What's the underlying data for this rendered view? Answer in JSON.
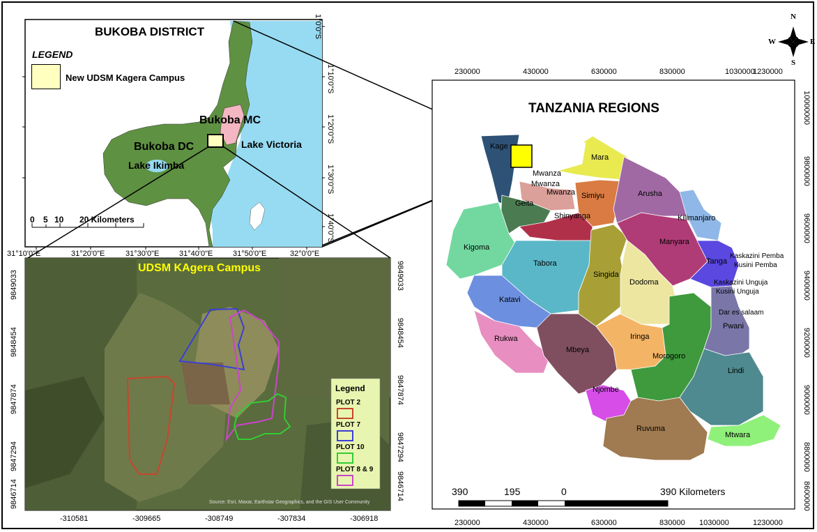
{
  "inset": {
    "title": "BUKOBA DISTRICT",
    "legend_title": "LEGEND",
    "legend_item": "New UDSM Kagera Campus",
    "legend_color": "#ffffc0",
    "labels": {
      "bukoba_mc": "Bukoba MC",
      "bukoba_dc": "Bukoba DC",
      "lake_victoria": "Lake Victoria",
      "lake_ikimba": "Lake Ikimba"
    },
    "scale": {
      "t0": "0",
      "t1": "5",
      "t2": "10",
      "t3": "20 Kilometers"
    },
    "lon_ticks": [
      "31°10'0\"E",
      "31°20'0\"E",
      "31°30'0\"E",
      "31°40'0\"E",
      "31°50'0\"E",
      "32°0'0\"E"
    ],
    "lat_ticks": [
      "1°0'0\"S",
      "1°10'0\"S",
      "1°20'0\"S",
      "1°30'0\"S",
      "1°40'0\"S"
    ],
    "colors": {
      "water": "#97dbf2",
      "district": "#5f9142",
      "municipal": "#f4b6c2"
    }
  },
  "satellite": {
    "title": "UDSM KAgera Campus",
    "title_color": "#ffff00",
    "x_ticks": [
      "-310581",
      "-309665",
      "-308749",
      "-307834",
      "-306918"
    ],
    "y_ticks": [
      "9849033",
      "9848454",
      "9847874",
      "9847294",
      "9846714"
    ],
    "credit": "Source: Esri, Maxar, Earthstar Geographics, and the GIS User Community",
    "legend": {
      "title": "Legend",
      "items": [
        {
          "label": "PLOT 2",
          "color": "#c8462d"
        },
        {
          "label": "PLOT 7",
          "color": "#3b3fd6"
        },
        {
          "label": "PLOT 10",
          "color": "#33cc33"
        },
        {
          "label": "PLOT 8 & 9",
          "color": "#cc44cc"
        }
      ]
    }
  },
  "tanzania": {
    "title": "TANZANIA REGIONS",
    "x_ticks": [
      "230000",
      "430000",
      "630000",
      "830000",
      "1030000",
      "1230000"
    ],
    "y_ticks": [
      "10000000",
      "9800000",
      "9600000",
      "9400000",
      "9200000",
      "9000000",
      "8800000",
      "8600000"
    ],
    "scale": {
      "t0": "390",
      "t1": "195",
      "t2": "0",
      "t3": "390 Kilometers"
    },
    "regions": [
      {
        "name": "Kagera",
        "label": "Kage",
        "color": "#2e5276"
      },
      {
        "name": "Mwanza",
        "label": "Mwanza",
        "color": "#dba09a"
      },
      {
        "name": "Mwanza2",
        "label": "Mwanza",
        "color": "#ffffff"
      },
      {
        "name": "Mara",
        "label": "Mara",
        "color": "#e8ea50"
      },
      {
        "name": "Simiyu",
        "label": "Simiyu",
        "color": "#d97b43"
      },
      {
        "name": "Arusha",
        "label": "Arusha",
        "color": "#a169a3"
      },
      {
        "name": "Geita",
        "label": "Geita",
        "color": "#4a7b51"
      },
      {
        "name": "Shinyanga",
        "label": "Shinyanga",
        "color": "#b0304a"
      },
      {
        "name": "Kilimanjaro",
        "label": "Kilimanjaro",
        "color": "#8fb8e8"
      },
      {
        "name": "Kigoma",
        "label": "Kigoma",
        "color": "#72d8a0"
      },
      {
        "name": "Tabora",
        "label": "Tabora",
        "color": "#5ab7c7"
      },
      {
        "name": "Singida",
        "label": "Singida",
        "color": "#a8a036"
      },
      {
        "name": "Manyara",
        "label": "Manyara",
        "color": "#b03c77"
      },
      {
        "name": "Tanga",
        "label": "Tanga",
        "color": "#5a48e0"
      },
      {
        "name": "Dodoma",
        "label": "Dodoma",
        "color": "#ece6a0"
      },
      {
        "name": "Katavi",
        "label": "Katavi",
        "color": "#6c8fe0"
      },
      {
        "name": "Rukwa",
        "label": "Rukwa",
        "color": "#e88ec0"
      },
      {
        "name": "Mbeya",
        "label": "Mbeya",
        "color": "#7f4f5f"
      },
      {
        "name": "Iringa",
        "label": "Iringa",
        "color": "#f4b466"
      },
      {
        "name": "Morogoro",
        "label": "Morogoro",
        "color": "#3f9a3e"
      },
      {
        "name": "Pwani",
        "label": "Pwani",
        "color": "#7a76a8"
      },
      {
        "name": "Lindi",
        "label": "Lindi",
        "color": "#4e8a8f"
      },
      {
        "name": "Njombe",
        "label": "Njombe",
        "color": "#d64de8"
      },
      {
        "name": "Ruvuma",
        "label": "Ruvuma",
        "color": "#a07a50"
      },
      {
        "name": "Mtwara",
        "label": "Mtwara",
        "color": "#8ff07a"
      }
    ],
    "other_labels": {
      "kaskazini_pemba": "Kaskazini Pemba",
      "kusini_pemba": "Kusini Pemba",
      "kaskazini_unguja": "Kaskazini Unguja",
      "kusini_unguja": "Kusini Unguja",
      "dar": "Dar es salaam"
    },
    "highlight_color": "#ffff00"
  },
  "compass": {
    "n": "N",
    "s": "S",
    "e": "E",
    "w": "W"
  }
}
